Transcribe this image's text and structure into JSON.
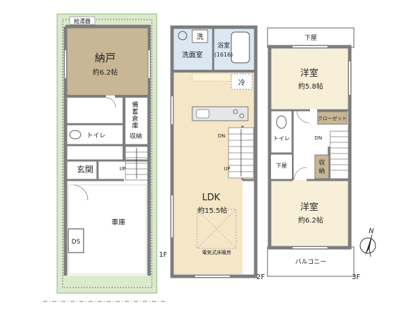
{
  "floor1": {
    "label": "1F",
    "water_heater": "給湯器",
    "storage_room": "納戸",
    "storage_room_size": "約6.2帖",
    "stockroom_line1": "備",
    "stockroom_line2": "蓄",
    "stockroom_line3": "倉",
    "stockroom_line4": "庫",
    "toilet": "トイレ",
    "closet": "収納",
    "entrance": "玄関",
    "up": "UP",
    "garage": "車庫",
    "ds": "DS"
  },
  "floor2": {
    "label": "2F",
    "wash_symbol": "洗",
    "washroom": "洗面室",
    "bathroom": "浴室",
    "bathroom_size": "(1616)",
    "fridge": "冷",
    "dn": "DN",
    "up": "UP",
    "ldk": "LDK",
    "ldk_size": "約15.5帖",
    "floor_heating": "電気式床暖房"
  },
  "floor3": {
    "label": "3F",
    "lower_roof_top": "下屋",
    "western_room_1": "洋室",
    "western_room_1_size": "約5.8帖",
    "closet_set": "クローゼット",
    "toilet": "トイレ",
    "dn": "DN",
    "lower_roof_left": "下屋",
    "closet_line1": "収",
    "closet_line2": "納",
    "western_room_2": "洋室",
    "western_room_2_size": "約6.2帖",
    "balcony": "バルコニー"
  },
  "compass": {
    "north": "N"
  },
  "colors": {
    "wall": "#7d7d7d",
    "storage_fill": "#c8b694",
    "ldk_fill": "#f5e6c8",
    "western_fill": "#f7efd7",
    "bath_fill": "#dbe8f2",
    "site_fill": "#dbeacc",
    "site_border": "#8fb47a"
  }
}
